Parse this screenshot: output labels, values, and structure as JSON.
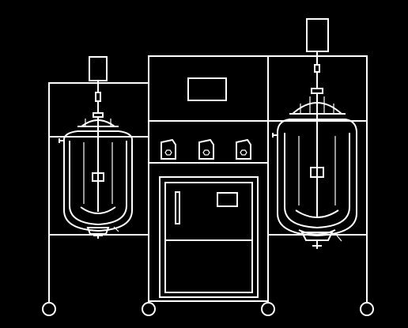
{
  "drawing": {
    "background": "#000000",
    "line_color": "#ffffff",
    "components": {
      "left_vessel": {
        "kind": "jacketed-reactor-vessel",
        "has_motor": true,
        "has_sight_glass": true
      },
      "right_vessel": {
        "kind": "jacketed-reactor-vessel",
        "has_motor": true,
        "has_sight_glass": true
      },
      "control_cabinet": {
        "display": "display-screen",
        "knobs": [
          "hex-knob",
          "hex-knob",
          "hex-knob"
        ],
        "door": {
          "has_handle": true,
          "has_indicator_panel": true
        }
      },
      "casters": [
        "caster-wheel",
        "caster-wheel",
        "caster-wheel",
        "caster-wheel"
      ]
    }
  }
}
